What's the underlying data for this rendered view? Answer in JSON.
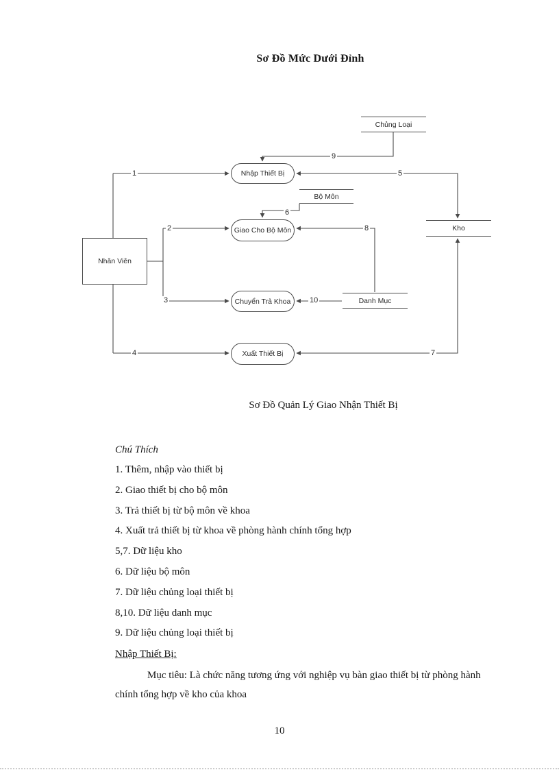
{
  "page": {
    "title": "Sơ Đồ Mức Dưới Đỉnh",
    "caption": "Sơ Đồ Quản Lý Giao Nhận Thiết Bị",
    "page_number": "10"
  },
  "diagram": {
    "entity": "Nhân Viên",
    "processes": {
      "nhap": "Nhập Thiết Bị",
      "giao": "Giao Cho Bộ Môn",
      "chuyen": "Chuyển Trả Khoa",
      "xuat": "Xuất Thiết Bị"
    },
    "stores": {
      "chung_loai": "Chủng Loại",
      "bo_mon": "Bộ Môn",
      "kho": "Kho",
      "danh_muc": "Danh Mục"
    },
    "flow_labels": {
      "f1": "1",
      "f2": "2",
      "f3": "3",
      "f4": "4",
      "f5": "5",
      "f6": "6",
      "f7": "7",
      "f8": "8",
      "f9": "9",
      "f10": "10"
    }
  },
  "notes": {
    "heading": "Chú Thích",
    "items": [
      "1. Thêm, nhập vào thiết bị",
      "2. Giao thiết bị cho bộ môn",
      "3. Trả thiết bị từ bộ môn về khoa",
      "4. Xuất trả thiết bị từ khoa về phòng hành chính tổng hợp",
      "5,7.  Dữ liệu kho",
      "6. Dữ liệu bộ môn",
      "7. Dữ liệu  chủng loại thiết bị",
      "8,10.  Dữ liệu danh mục",
      "9. Dữ liệu  chủng loại thiết bị"
    ]
  },
  "section": {
    "heading": "Nhập Thiết Bị: ",
    "body": "Mục tiêu:  Là chức năng tương ứng với nghiệp  vụ bàn giao thiết bị từ phòng  hành chính tổng hợp về kho của khoa"
  }
}
